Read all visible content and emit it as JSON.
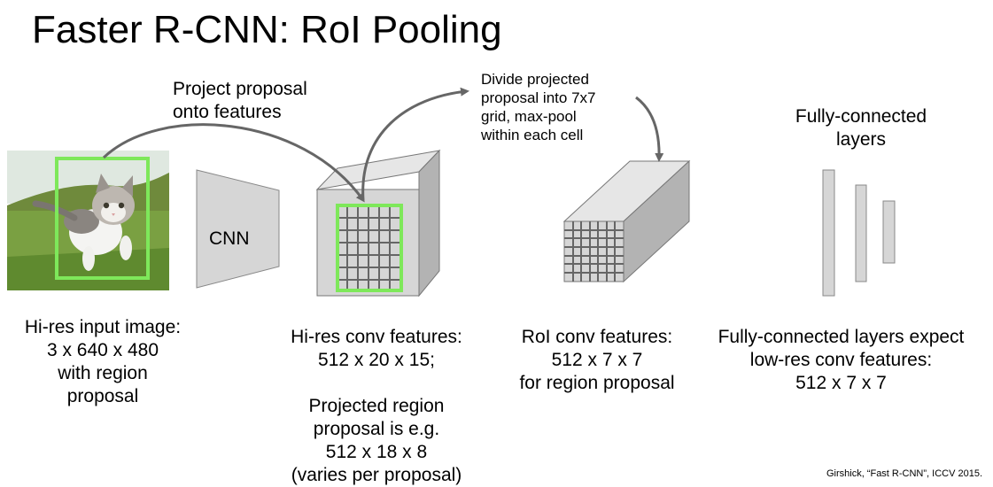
{
  "title": "Faster R-CNN: RoI Pooling",
  "annotations": {
    "project": [
      "Project proposal",
      "onto features"
    ],
    "divide": [
      "Divide projected",
      "proposal into 7x7",
      "grid, max-pool",
      "within each cell"
    ],
    "fc_title": [
      "Fully-connected",
      "layers"
    ],
    "cnn": "CNN"
  },
  "captions": {
    "input": [
      "Hi-res input image:",
      "3 x 640 x 480",
      "with region",
      "proposal"
    ],
    "conv": [
      "Hi-res conv features:",
      "512 x 20 x 15;",
      "",
      "Projected region",
      "proposal is e.g.",
      "512 x 18 x 8",
      "(varies per proposal)"
    ],
    "roi": [
      "RoI conv features:",
      "512 x 7 x 7",
      "for region proposal"
    ],
    "fc": [
      "Fully-connected layers expect",
      "low-res conv features:",
      "512 x 7 x 7"
    ]
  },
  "citation": "Girshick, “Fast R-CNN”, ICCV 2015.",
  "colors": {
    "proposal_box": "#7ee85a",
    "block_face": "#d6d6d6",
    "block_top": "#e6e6e6",
    "block_side": "#b3b3b3",
    "arrow": "#666666"
  }
}
